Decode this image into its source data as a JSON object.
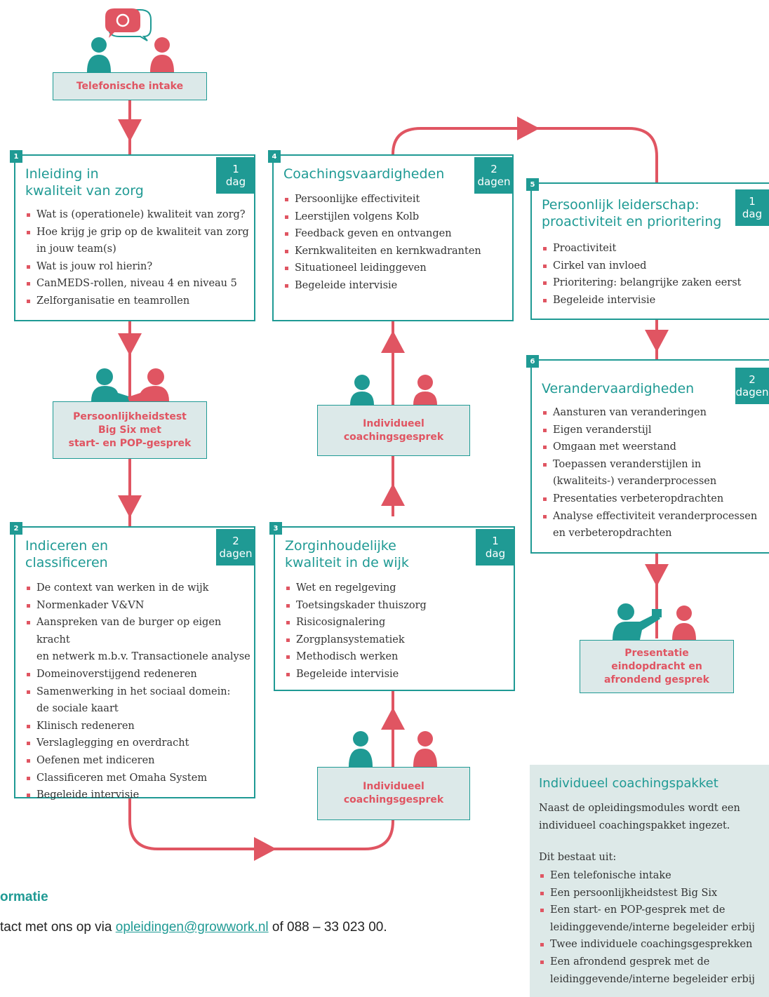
{
  "intake": {
    "label": "Telefonische intake"
  },
  "modules": [
    {
      "number": "1",
      "title_lines": [
        "Inleiding in",
        "kwaliteit van zorg"
      ],
      "duration": [
        "1",
        "dag"
      ],
      "items": [
        "Wat is (operationele) kwaliteit van zorg?",
        "Hoe krijg je grip op de kwaliteit van zorg",
        "in jouw team(s)",
        "Wat is jouw rol hierin?",
        "CanMEDS-rollen, niveau 4 en niveau 5",
        "Zelforganisatie en teamrollen"
      ]
    },
    {
      "number": "2",
      "title_lines": [
        "Indiceren en",
        "classificeren"
      ],
      "duration": [
        "2",
        "dagen"
      ],
      "items": [
        "De context van werken in de wijk",
        "Normenkader V&VN",
        "Aanspreken van de burger op eigen kracht",
        "en netwerk m.b.v. Transactionele analyse",
        "Domeinoverstijgend redeneren",
        "Samenwerking in het sociaal domein:",
        "de sociale kaart",
        "Klinisch redeneren",
        "Verslaglegging en overdracht",
        "Oefenen met indiceren",
        "Classificeren met Omaha System",
        "Begeleide intervisie"
      ]
    },
    {
      "number": "3",
      "title_lines": [
        "Zorginhoudelijke",
        "kwaliteit in de wijk"
      ],
      "duration": [
        "1",
        "dag"
      ],
      "items": [
        "Wet en regelgeving",
        "Toetsingskader thuiszorg",
        "Risicosignalering",
        "Zorgplansystematiek",
        "Methodisch werken",
        "Begeleide intervisie"
      ]
    },
    {
      "number": "4",
      "title_lines": [
        "Coachingsvaardigheden"
      ],
      "duration": [
        "2",
        "dagen"
      ],
      "items": [
        "Persoonlijke effectiviteit",
        "Leerstijlen volgens Kolb",
        "Feedback geven en ontvangen",
        "Kernkwaliteiten en kernkwadranten",
        "Situationeel leidinggeven",
        "Begeleide intervisie"
      ]
    },
    {
      "number": "5",
      "title_lines": [
        "Persoonlijk leiderschap:",
        "proactiviteit en prioritering"
      ],
      "duration": [
        "1",
        "dag"
      ],
      "items": [
        "Proactiviteit",
        "Cirkel van invloed",
        "Prioritering: belangrijke zaken eerst",
        "Begeleide intervisie"
      ]
    },
    {
      "number": "6",
      "title_lines": [
        "Verandervaardigheden"
      ],
      "duration": [
        "2",
        "dagen"
      ],
      "items": [
        "Aansturen van veranderingen",
        "Eigen veranderstijl",
        "Omgaan met weerstand",
        "Toepassen veranderstijlen in",
        "(kwaliteits-) veranderprocessen",
        "Presentaties verbeteropdrachten",
        "Analyse effectiviteit veranderprocessen",
        "en verbeteropdrachten"
      ]
    }
  ],
  "big_six": {
    "lines": [
      "Persoonlijkheidstest",
      "Big Six met",
      "start- en POP-gesprek"
    ]
  },
  "coaching_1": {
    "lines": [
      "Individueel",
      "coachingsgesprek"
    ]
  },
  "coaching_2": {
    "lines": [
      "Individueel",
      "coachingsgesprek"
    ]
  },
  "presentatie": {
    "lines": [
      "Presentatie",
      "eindopdracht en",
      "afrondend gesprek"
    ]
  },
  "package": {
    "title": "Individueel coachingspakket",
    "intro_lines": [
      "Naast de opleidingsmodules wordt een",
      "individueel coachingspakket ingezet."
    ],
    "lead": "Dit bestaat uit:",
    "items": [
      "Een telefonische intake",
      "Een persoonlijkheidstest Big Six",
      "Een start- en POP-gesprek met de",
      "leidinggevende/interne begeleider erbij",
      "Twee individuele coachingsgesprekken",
      "Een afrondend gesprek met de",
      "leidinggevende/interne begeleider erbij"
    ]
  },
  "footer": {
    "heading": "ormatie",
    "text_before": "tact met ons op via ",
    "email": "opleidingen@growwork.nl",
    "text_after": " of 088 – 33 023 00."
  },
  "colors": {
    "teal": "#1f9a94",
    "red": "#e05562",
    "pill_bg": "#dce9e9"
  }
}
